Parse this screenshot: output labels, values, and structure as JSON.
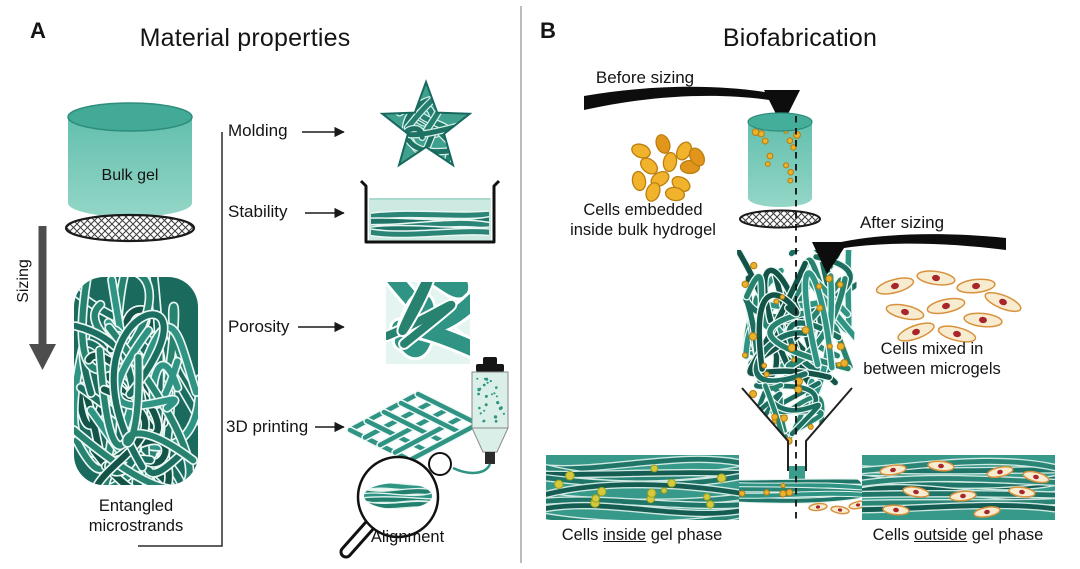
{
  "panel_a": {
    "label": "A",
    "title": "Material properties",
    "bulk_gel_label": "Bulk gel",
    "sizing_label": "Sizing",
    "entangled_line1": "Entangled",
    "entangled_line2": "microstrands",
    "property_molding": "Molding",
    "property_stability": "Stability",
    "property_porosity": "Porosity",
    "property_printing": "3D printing",
    "alignment_label": "Alignment"
  },
  "panel_b": {
    "label": "B",
    "title": "Biofabrication",
    "before_sizing_label": "Before sizing",
    "after_sizing_label": "After sizing",
    "embedded_caption_line1": "Cells embedded",
    "embedded_caption_line2": "inside bulk hydrogel",
    "mixed_caption_line1": "Cells mixed in",
    "mixed_caption_line2": "between microgels",
    "inside_caption_prefix": "Cells ",
    "inside_caption_word": "inside",
    "inside_caption_suffix": " gel phase",
    "outside_caption_prefix": "Cells ",
    "outside_caption_word": "outside",
    "outside_caption_suffix": " gel phase"
  },
  "colors": {
    "teal_light": "#7ccabb",
    "teal_mid": "#3a9d8b",
    "teal_dark": "#1f7568",
    "strand_dark": "#155c52",
    "cell_yellow": "#f1b22c",
    "cell_cream": "#f8ecd0",
    "cell_nucleus_red": "#a8252b",
    "sizing_arrow_gray": "#4d4d4d",
    "ink": "#141414"
  }
}
